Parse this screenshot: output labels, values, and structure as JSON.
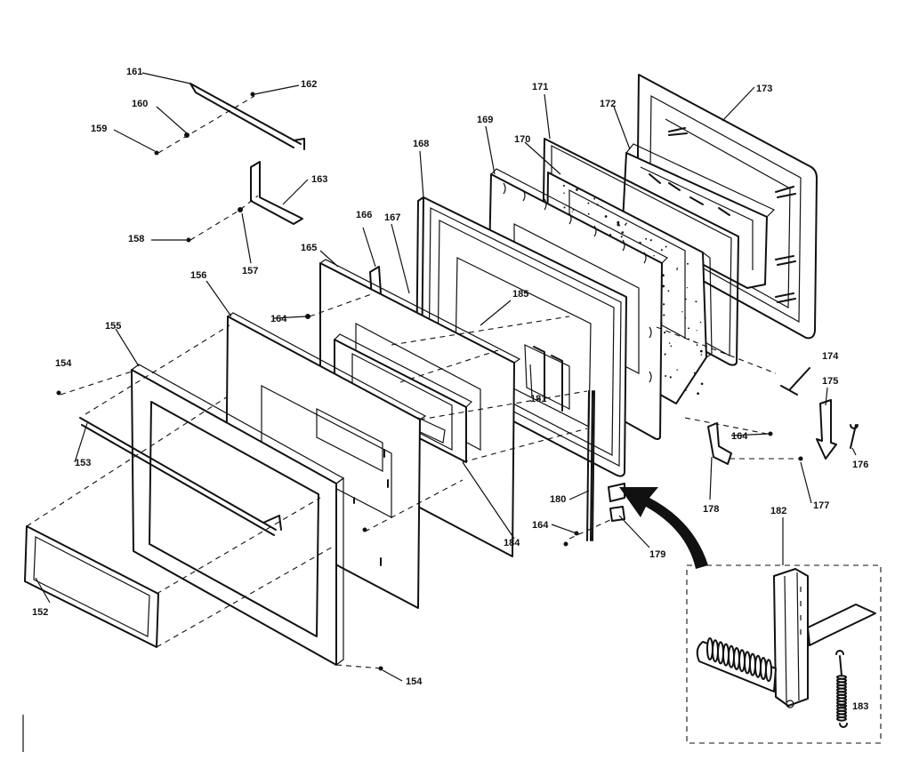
{
  "diagram": {
    "part_labels": {
      "p152": "152",
      "p153": "153",
      "p154a": "154",
      "p154b": "154",
      "p155": "155",
      "p156": "156",
      "p157": "157",
      "p158": "158",
      "p159": "159",
      "p160": "160",
      "p161": "161",
      "p162": "162",
      "p163": "163",
      "p164a": "164",
      "p164b": "164",
      "p164c": "164",
      "p165": "165",
      "p166": "166",
      "p167": "167",
      "p168": "168",
      "p169": "169",
      "p170": "170",
      "p171": "171",
      "p172": "172",
      "p173": "173",
      "p174": "174",
      "p175": "175",
      "p176": "176",
      "p177": "177",
      "p178": "178",
      "p179": "179",
      "p180": "180",
      "p181": "181",
      "p182": "182",
      "p183": "183",
      "p184": "184",
      "p185": "185"
    }
  }
}
